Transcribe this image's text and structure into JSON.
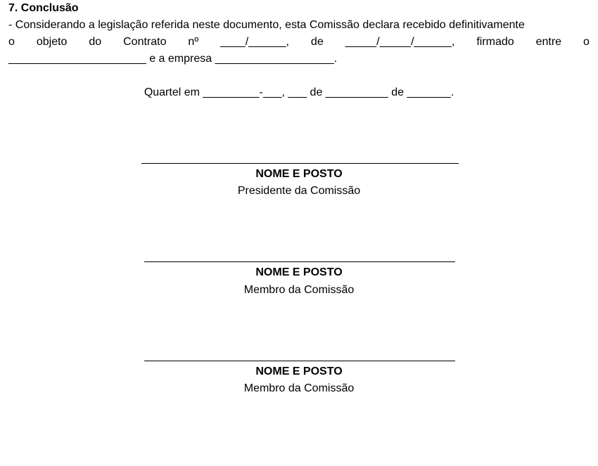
{
  "section": {
    "heading": "7. Conclusão"
  },
  "paragraph": {
    "line1": "- Considerando a legislação referida neste documento, esta Comissão declara recebido definitivamente",
    "line2_words": [
      "o",
      "objeto",
      "do",
      "Contrato",
      "nº",
      "____/______,",
      "de",
      "_____/_____/______,",
      "firmado",
      "entre",
      "o"
    ],
    "line3": "______________________ e a empresa ___________________."
  },
  "place_date": "Quartel em _________-___, ___ de __________ de _______.",
  "signatures": [
    {
      "name": "NOME E POSTO",
      "role": "Presidente da Comissão"
    },
    {
      "name": "NOME E POSTO",
      "role": "Membro da Comissão"
    },
    {
      "name": "NOME E POSTO",
      "role": "Membro da Comissão"
    }
  ]
}
